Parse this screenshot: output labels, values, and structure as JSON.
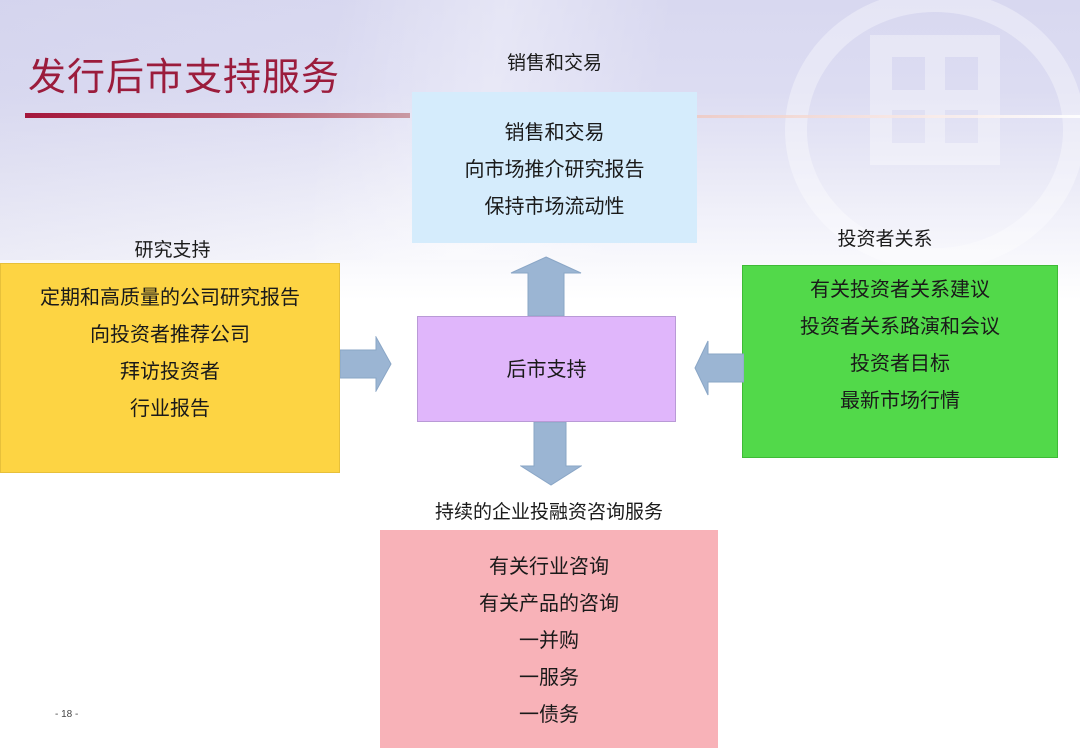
{
  "slide": {
    "title": "发行后市支持服务",
    "page_number": "- 18 -"
  },
  "sales": {
    "heading": "销售和交易",
    "items": [
      "销售和交易",
      "向市场推介研究报告",
      "保持市场流动性"
    ],
    "color": "#d5ecfc"
  },
  "research": {
    "heading": "研究支持",
    "items": [
      "定期和高质量的公司研究报告",
      "向投资者推荐公司",
      "拜访投资者",
      "行业报告"
    ],
    "color": "#fdd443"
  },
  "center": {
    "label": "后市支持",
    "color": "#e0b6fb"
  },
  "investor_relations": {
    "heading": "投资者关系",
    "items": [
      "有关投资者关系建议",
      "投资者关系路演和会议",
      "投资者目标",
      "最新市场行情"
    ],
    "color": "#52d94a"
  },
  "advisory": {
    "heading": "持续的企业投融资咨询服务",
    "items": [
      "有关行业咨询",
      "有关产品的咨询",
      "一并购",
      "一服务",
      "一债务"
    ],
    "color": "#f8b2b8"
  },
  "arrows": {
    "color": "#9bb5d3",
    "directions": [
      "up",
      "down",
      "right",
      "left"
    ]
  },
  "colors": {
    "title": "#9b1c3c",
    "title_rule": "#a4163c"
  }
}
